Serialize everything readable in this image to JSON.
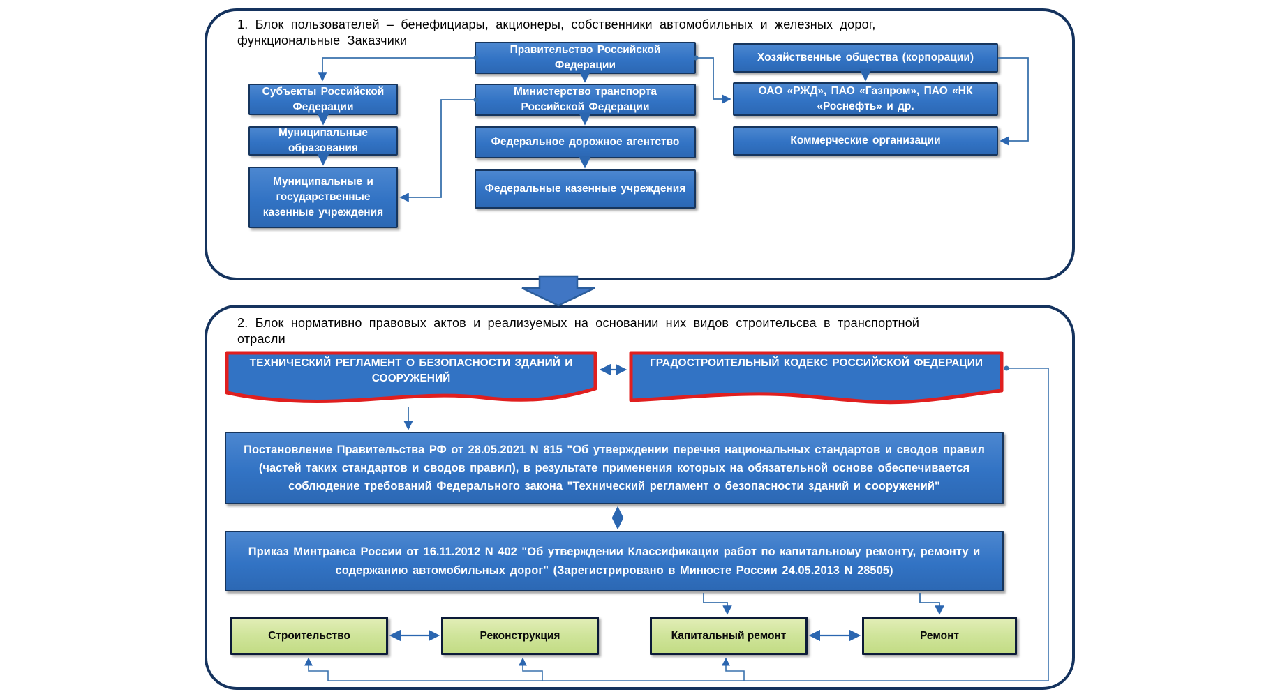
{
  "palette": {
    "box_blue": "#3273c4",
    "box_border": "#16355d",
    "frame_border": "#15335e",
    "red_border": "#e01f1f",
    "green_fill": "#cfe49a",
    "green_border": "#0c1b38",
    "connector": "#3a72ad",
    "big_arrow": "#4076c4",
    "text_white": "#ffffff",
    "text_black": "#000000"
  },
  "block1": {
    "title_line1": "1. Блок пользователей  – бенефициары,  акционеры,  собственники  автомобильных  и железных  дорог,",
    "title_line2": "функциональные  Заказчики",
    "nodes": {
      "pravitelstvo": "Правительство Российской Федерации",
      "mintrans": "Министерство транспорта Российской Федерации",
      "rosavtodor": "Федеральное  дорожное агентство",
      "fku": "Федеральные  казенные учреждения",
      "subekty": "Субъекты  Российской Федерации",
      "munobr": "Муниципальные образования",
      "munkaz": "Муниципальные и государственные казенные учреждения",
      "hozobshestva": "Хозяйственные  общества (корпорации)",
      "oao": "ОАО «РЖД»,  ПАО «Газпром», ПАО «НК «Роснефть»  и др.",
      "kommerch": "Коммерческие  организации"
    }
  },
  "block2": {
    "title_line1": "2. Блок нормативно  правовых актов  и реализуемых  на основании  них видов строительсва  в транспортной",
    "title_line2": "отрасли",
    "nodes": {
      "tehreglament": "ТЕХНИЧЕСКИЙ  РЕГЛАМЕНТ  О БЕЗОПАСНОСТИ  ЗДАНИЙ  И СООРУЖЕНИЙ",
      "gradkodeks": "ГРАДОСТРОИТЕЛЬНЫЙ  КОДЕКС РОССИЙСКОЙ ФЕДЕРАЦИИ",
      "postanovlenie": "Постановление Правительства РФ от 28.05.2021 N 815 \"Об утверждении  перечня  национальных стандартов и сводов правил (частей таких стандартов и сводов правил), в результате применения  которых на обязательной  основе обеспечивается  соблюдение  требований Федерального закона \"Технический  регламент о безопасности зданий и сооружений\"",
      "prikaz": "Приказ Минтранса России от 16.11.2012 N 402 \"Об утверждении  Классификации работ по капитальному ремонту, ремонту и содержанию автомобильных дорог\" (Зарегистрировано в Минюсте  России 24.05.2013 N 28505)",
      "stroitelstvo": "Строительство",
      "rekonstrukcia": "Реконструкция",
      "kapremont": "Капитальный ремонт",
      "remont": "Ремонт"
    }
  }
}
